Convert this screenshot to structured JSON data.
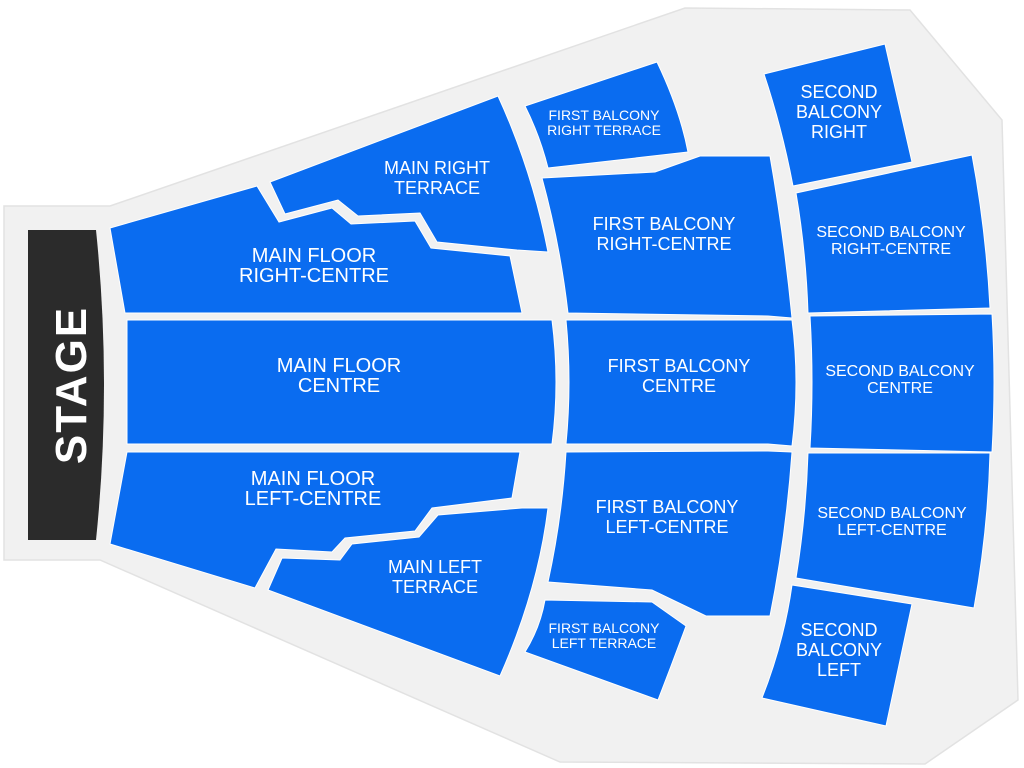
{
  "colors": {
    "section_fill": "#0a6cf0",
    "stage_fill": "#2b2b2b",
    "venue_fill": "#f1f1f1",
    "label": "#ffffff"
  },
  "stage": {
    "label": "STAGE"
  },
  "sections": {
    "main_floor_right_centre": {
      "lines": [
        "MAIN FLOOR",
        "RIGHT-CENTRE"
      ]
    },
    "main_floor_centre": {
      "lines": [
        "MAIN FLOOR",
        "CENTRE"
      ]
    },
    "main_floor_left_centre": {
      "lines": [
        "MAIN FLOOR",
        "LEFT-CENTRE"
      ]
    },
    "main_right_terrace": {
      "lines": [
        "MAIN RIGHT",
        "TERRACE"
      ]
    },
    "main_left_terrace": {
      "lines": [
        "MAIN LEFT",
        "TERRACE"
      ]
    },
    "first_balcony_right_terrace": {
      "lines": [
        "FIRST BALCONY",
        "RIGHT TERRACE"
      ]
    },
    "first_balcony_right_centre": {
      "lines": [
        "FIRST BALCONY",
        "RIGHT-CENTRE"
      ]
    },
    "first_balcony_centre": {
      "lines": [
        "FIRST BALCONY",
        "CENTRE"
      ]
    },
    "first_balcony_left_centre": {
      "lines": [
        "FIRST BALCONY",
        "LEFT-CENTRE"
      ]
    },
    "first_balcony_left_terrace": {
      "lines": [
        "FIRST BALCONY",
        "LEFT TERRACE"
      ]
    },
    "second_balcony_right": {
      "lines": [
        "SECOND",
        "BALCONY",
        "RIGHT"
      ]
    },
    "second_balcony_right_centre": {
      "lines": [
        "SECOND BALCONY",
        "RIGHT-CENTRE"
      ]
    },
    "second_balcony_centre": {
      "lines": [
        "SECOND BALCONY",
        "CENTRE"
      ]
    },
    "second_balcony_left_centre": {
      "lines": [
        "SECOND BALCONY",
        "LEFT-CENTRE"
      ]
    },
    "second_balcony_left": {
      "lines": [
        "SECOND",
        "BALCONY",
        "LEFT"
      ]
    }
  }
}
